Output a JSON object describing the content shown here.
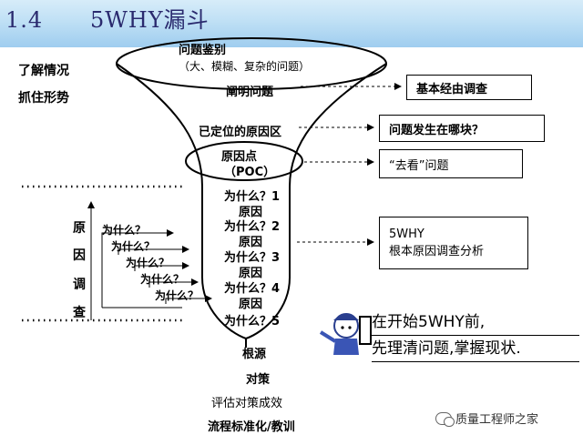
{
  "header": {
    "title": "1.4      5WHY漏斗"
  },
  "left_labels": {
    "understand": "了解情况",
    "grasp": "抓住形势"
  },
  "funnel": {
    "top_title": "问题鉴别",
    "top_sub": "（大、模糊、复杂的问题）",
    "clarify": "阐明问题",
    "located": "已定位的原因区",
    "poc_title": "原因点",
    "poc_sub": "（POC）",
    "whys": [
      "为什么？1",
      "原因",
      "为什么？2",
      "原因",
      "为什么？3",
      "原因",
      "为什么？4",
      "原因",
      "为什么？5"
    ],
    "root": "根源",
    "countermeasure": "对策",
    "evaluate": "评估对策成效",
    "standardize": "流程标准化/教训"
  },
  "right_boxes": {
    "basic": "基本经由调查",
    "where": "问题发生在哪块？",
    "goto": "“去看”问题",
    "fivewhy_1": "5WHY",
    "fivewhy_2": "根本原因调查分析"
  },
  "investigation": {
    "chars": [
      "原",
      "因",
      "调",
      "查"
    ],
    "stairs": [
      "为什么？",
      "为什么？",
      "为什么？",
      "为什么？",
      "为什么？"
    ]
  },
  "callout": {
    "line1": "在开始5WHY前,",
    "line2": "先理清问题,掌握现状."
  },
  "watermark": {
    "text": "质量工程师之家"
  }
}
